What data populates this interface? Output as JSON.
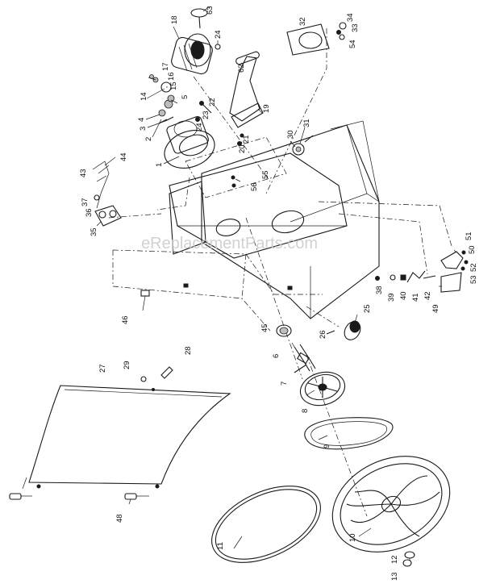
{
  "watermark": "eReplacementParts.com",
  "callouts": {
    "c1": "1",
    "c2": "2",
    "c3": "3",
    "c4": "4",
    "c5": "5",
    "c6": "6",
    "c7": "7",
    "c8": "8",
    "c9": "9",
    "c10": "10",
    "c11": "11",
    "c12": "12",
    "c13": "13",
    "c14": "14",
    "c15": "15",
    "c16": "16",
    "c17": "17",
    "c18": "18",
    "c19": "19",
    "c20": "20",
    "c21": "21",
    "c22": "22",
    "c23": "23",
    "c24a": "24",
    "c24b": "24",
    "c25": "25",
    "c26": "26",
    "c27": "27",
    "c28": "28",
    "c29": "29",
    "c30": "30",
    "c31": "31",
    "c32": "32",
    "c33": "33",
    "c34": "34",
    "c35": "35",
    "c36": "36",
    "c37": "37",
    "c38": "38",
    "c39": "39",
    "c40": "40",
    "c41": "41",
    "c42": "42",
    "c43": "43",
    "c44": "44",
    "c45": "45",
    "c46": "46",
    "c48": "48",
    "c49": "49",
    "c50": "50",
    "c51": "51",
    "c52": "52",
    "c53": "53",
    "c54": "54",
    "c55": "55",
    "c56": "56",
    "c62": "62",
    "c63": "63"
  }
}
